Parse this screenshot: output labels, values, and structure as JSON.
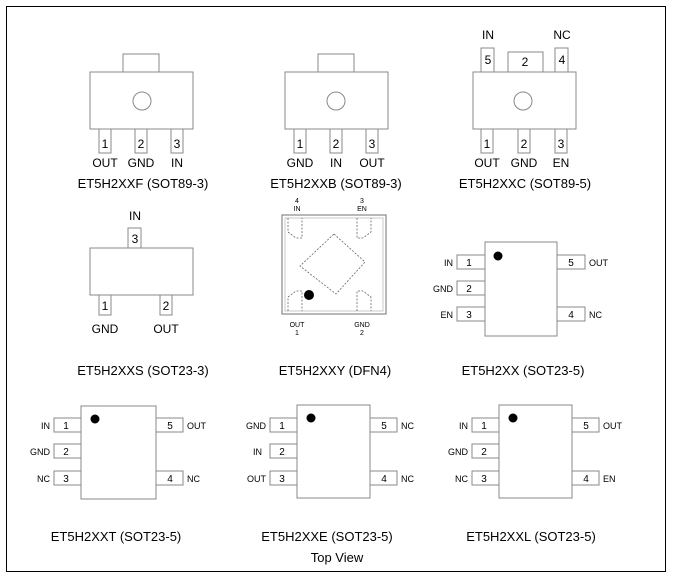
{
  "view_label": "Top View",
  "packages": [
    {
      "name": "ET5H2XXF (SOT89-3)",
      "pins": [
        {
          "num": "1",
          "label": "OUT"
        },
        {
          "num": "2",
          "label": "GND"
        },
        {
          "num": "3",
          "label": "IN"
        }
      ]
    },
    {
      "name": "ET5H2XXB (SOT89-3)",
      "pins": [
        {
          "num": "1",
          "label": "GND"
        },
        {
          "num": "2",
          "label": "IN"
        },
        {
          "num": "3",
          "label": "OUT"
        }
      ]
    },
    {
      "name": "ET5H2XXC (SOT89-5)",
      "pins": [
        {
          "num": "1",
          "label": "OUT"
        },
        {
          "num": "2",
          "label": "GND"
        },
        {
          "num": "3",
          "label": "EN"
        },
        {
          "num": "4",
          "label": "NC"
        },
        {
          "num": "5",
          "label": "IN"
        }
      ],
      "tab_num": "2"
    },
    {
      "name": "ET5H2XXS (SOT23-3)",
      "pins": [
        {
          "num": "1",
          "label": "GND"
        },
        {
          "num": "2",
          "label": "OUT"
        },
        {
          "num": "3",
          "label": "IN"
        }
      ]
    },
    {
      "name": "ET5H2XXY (DFN4)",
      "pins": [
        {
          "num": "1",
          "label": "OUT"
        },
        {
          "num": "2",
          "label": "GND"
        },
        {
          "num": "3",
          "label": "EN"
        },
        {
          "num": "4",
          "label": "IN"
        }
      ]
    },
    {
      "name": "ET5H2XX (SOT23-5)",
      "pins": [
        {
          "num": "1",
          "label": "IN"
        },
        {
          "num": "2",
          "label": "GND"
        },
        {
          "num": "3",
          "label": "EN"
        },
        {
          "num": "4",
          "label": "NC"
        },
        {
          "num": "5",
          "label": "OUT"
        }
      ]
    },
    {
      "name": "ET5H2XXT (SOT23-5)",
      "pins": [
        {
          "num": "1",
          "label": "IN"
        },
        {
          "num": "2",
          "label": "GND"
        },
        {
          "num": "3",
          "label": "NC"
        },
        {
          "num": "4",
          "label": "NC"
        },
        {
          "num": "5",
          "label": "OUT"
        }
      ]
    },
    {
      "name": "ET5H2XXE (SOT23-5)",
      "pins": [
        {
          "num": "1",
          "label": "GND"
        },
        {
          "num": "2",
          "label": "IN"
        },
        {
          "num": "3",
          "label": "OUT"
        },
        {
          "num": "4",
          "label": "NC"
        },
        {
          "num": "5",
          "label": "NC"
        }
      ]
    },
    {
      "name": "ET5H2XXL (SOT23-5)",
      "pins": [
        {
          "num": "1",
          "label": "IN"
        },
        {
          "num": "2",
          "label": "GND"
        },
        {
          "num": "3",
          "label": "NC"
        },
        {
          "num": "4",
          "label": "EN"
        },
        {
          "num": "5",
          "label": "OUT"
        }
      ]
    }
  ]
}
